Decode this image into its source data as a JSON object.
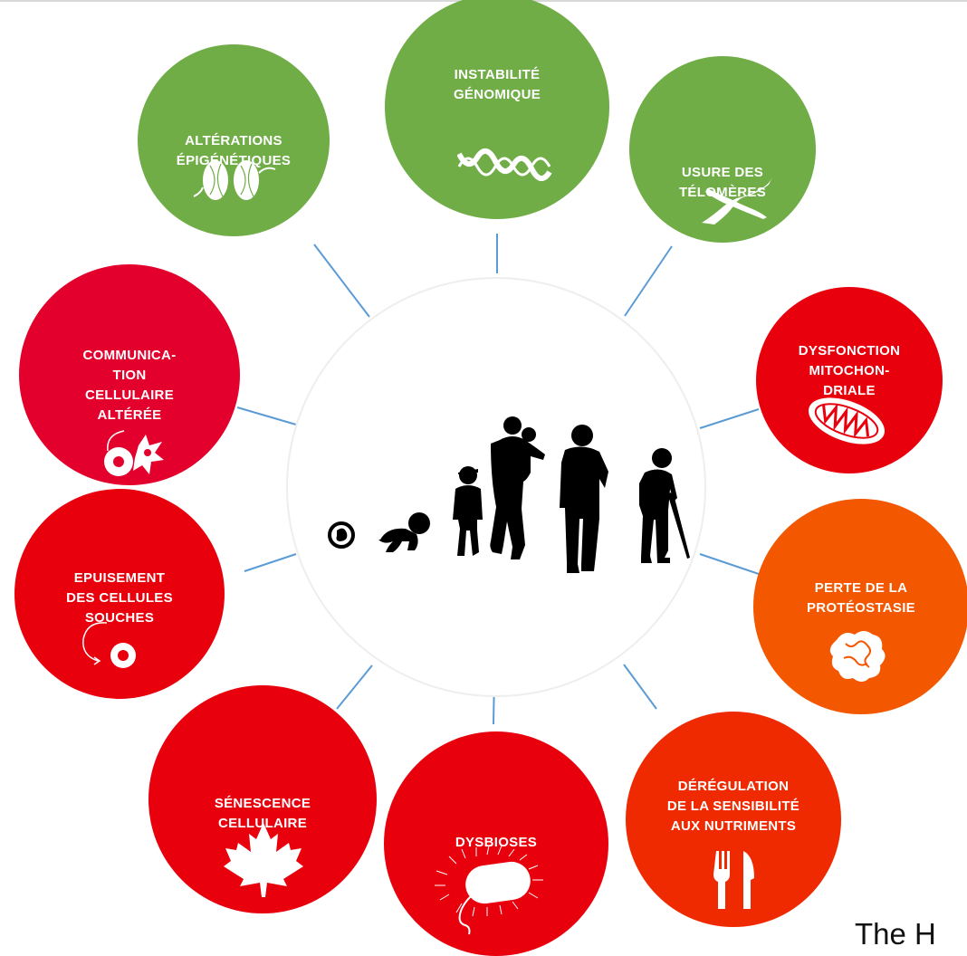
{
  "colors": {
    "genomic_green": "#70ad47",
    "red": "#e8000d",
    "crimson": "#e3002c",
    "orange": "#f35700",
    "red_orange": "#ef2a00",
    "connector": "#5b9bd5",
    "silhouette": "#000000",
    "center_ring": "#eeeeee"
  },
  "center": {
    "icons": [
      "embryo-icon",
      "crawling-baby-icon",
      "child-icon",
      "adult-carrying-child-icon",
      "adult-icon",
      "elderly-with-cane-icon"
    ]
  },
  "hallmarks": [
    {
      "id": "genomic",
      "title": "Instabilité\ngénomique",
      "icon": "dna-helix-icon",
      "color": "#70ad47"
    },
    {
      "id": "telomeres",
      "title": "Usure des\ntélomères",
      "icon": "chromosome-icon",
      "color": "#70ad47"
    },
    {
      "id": "mitochondrial",
      "title": "Dysfonction\nmitochon-\ndriale",
      "icon": "mitochondrion-icon",
      "color": "#e8000d"
    },
    {
      "id": "proteostasis",
      "title": "Perte de la\nprotéostasie",
      "icon": "protein-icon",
      "color": "#f35700"
    },
    {
      "id": "nutrients",
      "title": "Dérégulation\nde la sensibilité\naux nutriments",
      "icon": "fork-knife-icon",
      "color": "#ef2a00"
    },
    {
      "id": "dysbiosis",
      "title": "Dysbioses",
      "icon": "bacterium-icon",
      "color": "#e8000d"
    },
    {
      "id": "senescence",
      "title": "Sénescence\ncellulaire",
      "icon": "maple-leaf-icon",
      "color": "#e8000d"
    },
    {
      "id": "stem-cells",
      "title": "Epuisement\ndes cellules\nsouches",
      "icon": "stem-cell-icon",
      "color": "#e8000d"
    },
    {
      "id": "communication",
      "title": "Communica-\ntion\ncellulaire\naltérée",
      "icon": "cell-signaling-icon",
      "color": "#e3002c"
    },
    {
      "id": "epigenetic",
      "title": "Altérations\népigénétiques",
      "icon": "nucleosome-icon",
      "color": "#70ad47"
    }
  ],
  "footer_fragment": "The H"
}
